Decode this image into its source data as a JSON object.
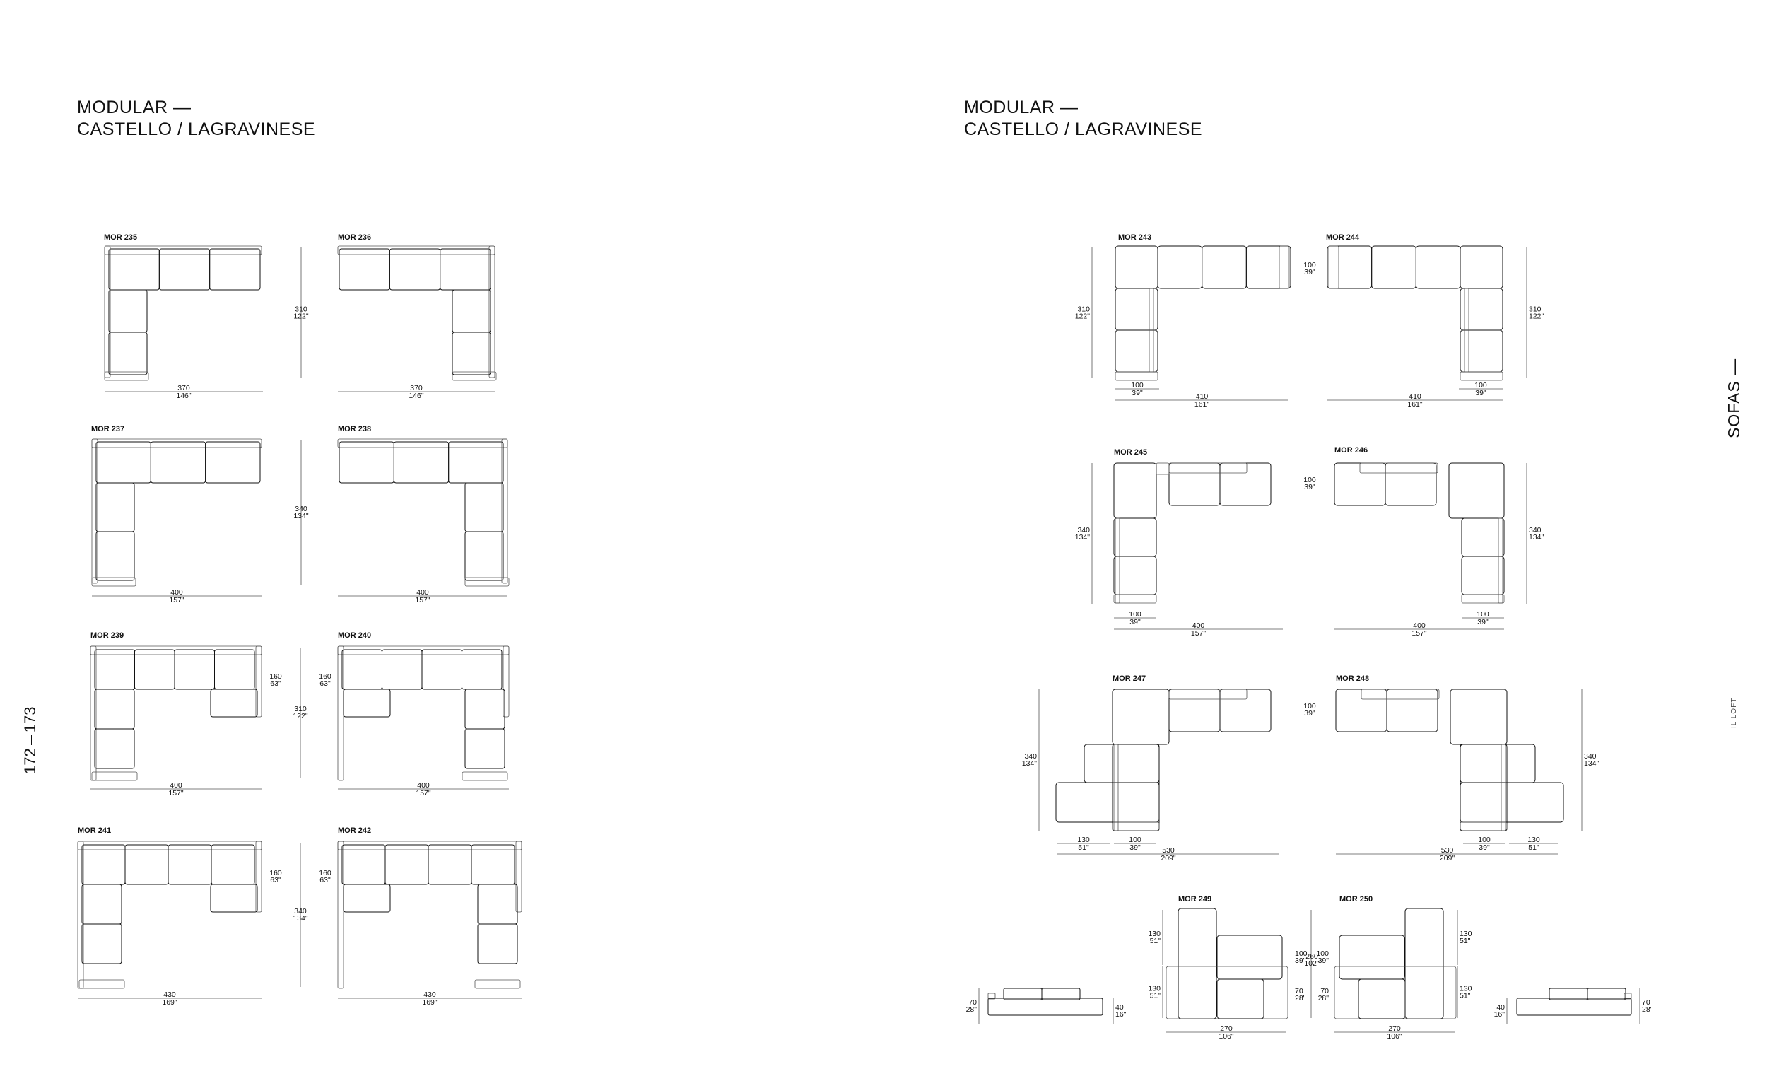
{
  "left_heading": {
    "line1": "MODULAR —",
    "line2": "CASTELLO / LAGRAVINESE"
  },
  "right_heading": {
    "line1": "MODULAR —",
    "line2": "CASTELLO / LAGRAVINESE"
  },
  "side_title": "SOFAS —",
  "brand_mark": "IL LOFT",
  "page_numbers": {
    "left": "172",
    "right": "173"
  },
  "drawings": [
    {
      "model": "MOR 235",
      "width_cm": "370",
      "width_in": "146\"",
      "depth_cm": "310",
      "depth_in": "122\""
    },
    {
      "model": "MOR 236",
      "width_cm": "370",
      "width_in": "146\"",
      "depth_cm": "310",
      "depth_in": "122\""
    },
    {
      "model": "MOR 237",
      "width_cm": "400",
      "width_in": "157\"",
      "depth_cm": "340",
      "depth_in": "134\""
    },
    {
      "model": "MOR 238",
      "width_cm": "400",
      "width_in": "157\"",
      "depth_cm": "340",
      "depth_in": "134\""
    },
    {
      "model": "MOR 239",
      "width_cm": "400",
      "width_in": "157\"",
      "depth_cm": "310",
      "depth_in": "122\"",
      "seat_cm": "160",
      "seat_in": "63\""
    },
    {
      "model": "MOR 240",
      "width_cm": "400",
      "width_in": "157\"",
      "depth_cm": "310",
      "depth_in": "122\"",
      "seat_cm": "160",
      "seat_in": "63\""
    },
    {
      "model": "MOR 241",
      "width_cm": "430",
      "width_in": "169\"",
      "depth_cm": "340",
      "depth_in": "134\"",
      "seat_cm": "160",
      "seat_in": "63\""
    },
    {
      "model": "MOR 242",
      "width_cm": "430",
      "width_in": "169\"",
      "depth_cm": "340",
      "depth_in": "134\"",
      "seat_cm": "160",
      "seat_in": "63\""
    },
    {
      "model": "MOR 243",
      "width_cm": "410",
      "width_in": "161\"",
      "depth_cm": "310",
      "depth_in": "122\"",
      "module_cm": "100",
      "module_in": "39\""
    },
    {
      "model": "MOR 244",
      "width_cm": "410",
      "width_in": "161\"",
      "depth_cm": "310",
      "depth_in": "122\"",
      "module_cm": "100",
      "module_in": "39\""
    },
    {
      "model": "MOR 245",
      "width_cm": "400",
      "width_in": "157\"",
      "depth_cm": "340",
      "depth_in": "134\"",
      "module_cm": "100",
      "module_in": "39\""
    },
    {
      "model": "MOR 246",
      "width_cm": "400",
      "width_in": "157\"",
      "depth_cm": "340",
      "depth_in": "134\"",
      "module_cm": "100",
      "module_in": "39\""
    },
    {
      "model": "MOR 247",
      "width_cm": "530",
      "width_in": "209\"",
      "depth_cm": "340",
      "depth_in": "134\"",
      "module_cm": "100",
      "module_in": "39\"",
      "ext_cm": "130",
      "ext_in": "51\""
    },
    {
      "model": "MOR 248",
      "width_cm": "530",
      "width_in": "209\"",
      "depth_cm": "340",
      "depth_in": "134\"",
      "module_cm": "100",
      "module_in": "39\"",
      "ext_cm": "130",
      "ext_in": "51\""
    },
    {
      "model": "MOR 249",
      "width_cm": "270",
      "width_in": "106\"",
      "depth_cm": "260",
      "depth_in": "102\""
    },
    {
      "model": "MOR 250",
      "width_cm": "270",
      "width_in": "106\""
    }
  ],
  "dims_249_250": {
    "a_cm": "130",
    "a_in": "51\"",
    "b_cm": "100",
    "b_in": "39\"",
    "c_cm": "70",
    "c_in": "28\""
  },
  "elevation": {
    "h_cm": "70",
    "h_in": "28\"",
    "s_cm": "40",
    "s_in": "16\""
  }
}
